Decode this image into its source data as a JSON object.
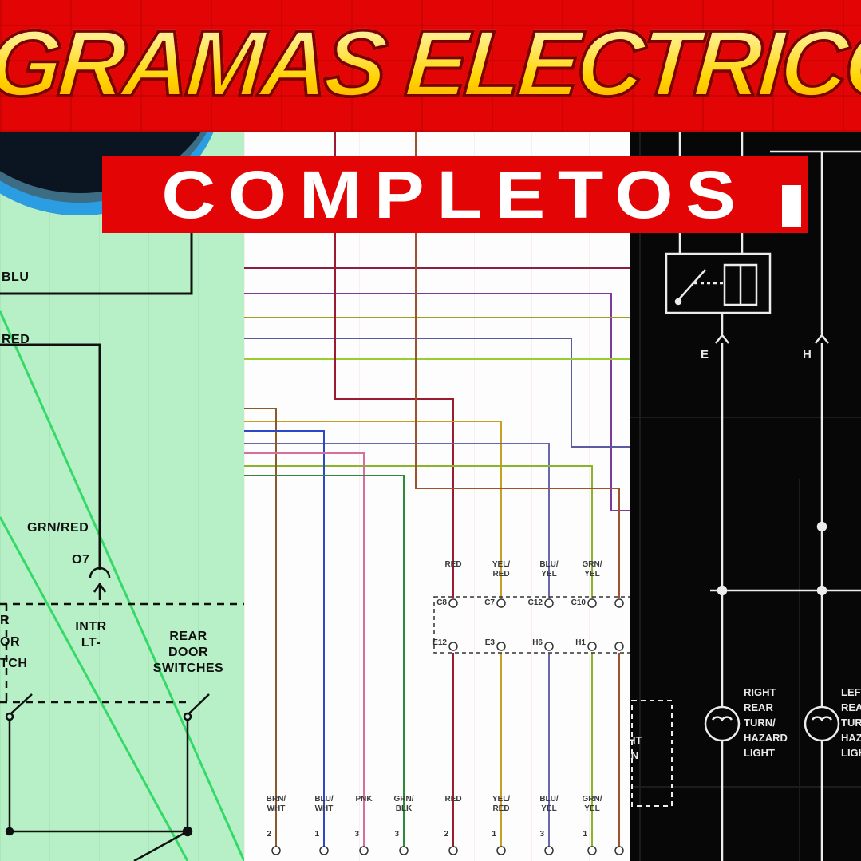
{
  "banner": {
    "title": "GRAMAS ELECTRICO",
    "subtitle": "COMPLETOS"
  },
  "colors": {
    "banner_red": "#e30505",
    "title_yellow": "#ffd400",
    "title_outline": "#7e0000",
    "subtitle_text": "#ffffff",
    "left_panel_bg": "#b7f0c6",
    "middle_panel_bg": "#fdfdfd",
    "right_panel_bg": "#070707",
    "left_wire_black": "#101010",
    "green_diagonal": "#35d968",
    "right_wire_white": "#ececec"
  },
  "left_diagram": {
    "wire_blu": "BLU",
    "wire_red": "RED",
    "wire_grn_red": "GRN/RED",
    "connector_o7": "O7",
    "intr_lt": "INTR\nLT-",
    "rear_door_switches": "REAR\nDOOR\nSWITCHES",
    "edge_clipped": "R\nOR\nTCH"
  },
  "middle_diagram": {
    "pin_top_labels": [
      "RED",
      "YEL/\nRED",
      "BLU/\nYEL",
      "GRN/\nYEL"
    ],
    "connector_top_pins": [
      "C8",
      "C7",
      "C12",
      "C10"
    ],
    "connector_bottom_pins": [
      "E12",
      "E3",
      "H6",
      "H1"
    ],
    "bottom_wire_labels": [
      "BRN/\nWHT",
      "BLU/\nWHT",
      "PNK",
      "GRN/\nBLK",
      "RED",
      "YEL/\nRED",
      "BLU/\nYEL",
      "GRN/\nYEL"
    ],
    "bottom_pin_numbers": [
      "2",
      "1",
      "3",
      "3",
      "2",
      "1",
      "3",
      "1"
    ]
  },
  "right_diagram": {
    "connector_e": "E",
    "connector_h": "H",
    "right_rear_light": "RIGHT\nREAR\nTURN/\nHAZARD\nLIGHT",
    "left_rear_light": "LEFT\nREAR\nTURN/\nHAZARD\nLIGHT",
    "left_edge_clipped": "RIGHT\nTURN"
  }
}
